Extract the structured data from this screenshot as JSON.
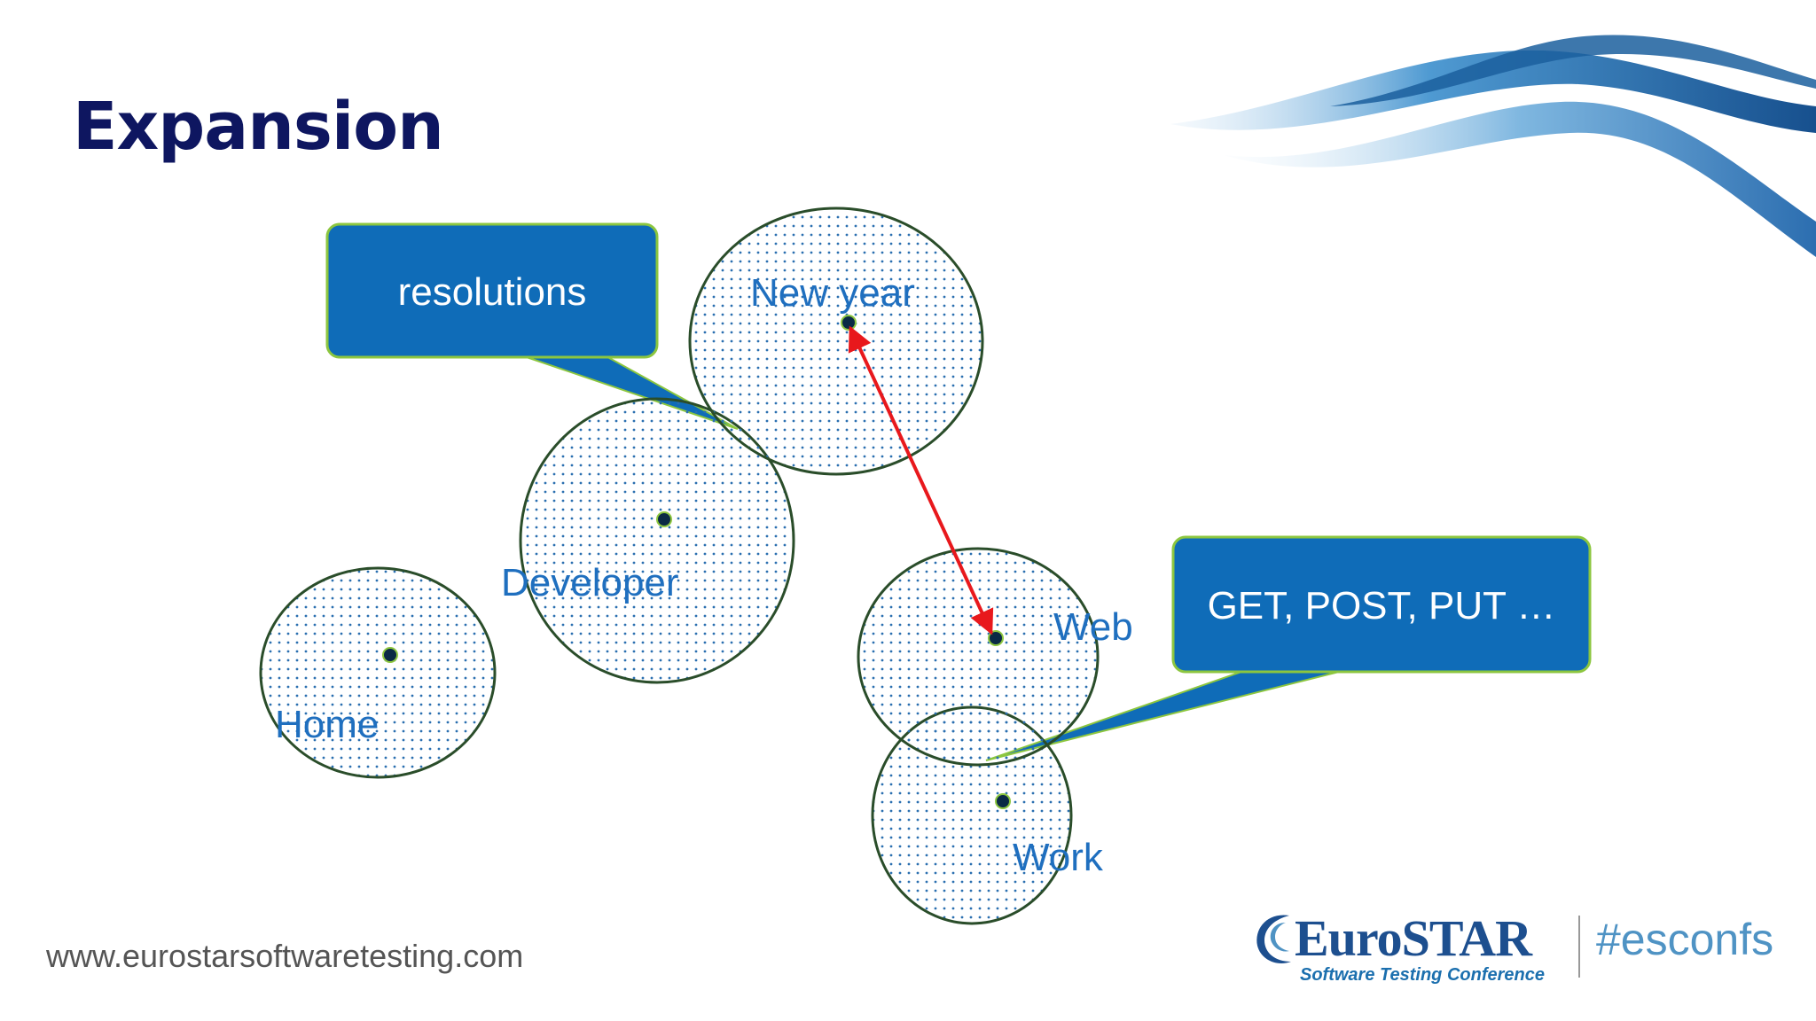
{
  "slide": {
    "title": "Expansion",
    "footer_url": "www.eurostarsoftwaretesting.com"
  },
  "brand": {
    "name": "EuroSTAR",
    "tagline": "Software Testing Conference",
    "hashtag": "#esconfs"
  },
  "clusters": [
    {
      "id": "home",
      "label": "Home"
    },
    {
      "id": "developer",
      "label": "Developer"
    },
    {
      "id": "new-year",
      "label": "New year"
    },
    {
      "id": "web",
      "label": "Web"
    },
    {
      "id": "work",
      "label": "Work"
    }
  ],
  "callouts": [
    {
      "id": "resolutions",
      "text": "resolutions"
    },
    {
      "id": "http-methods",
      "text": "GET, POST, PUT …"
    }
  ],
  "colors": {
    "title": "#0e1660",
    "cluster_label": "#1f6fbf",
    "cluster_outline": "#2a4d2a",
    "dots": "#2a6fb0",
    "callout_fill": "#0f6cb8",
    "callout_border": "#8cc63f",
    "arrow": "#e8181c",
    "swoosh": "#1b5f9e"
  }
}
